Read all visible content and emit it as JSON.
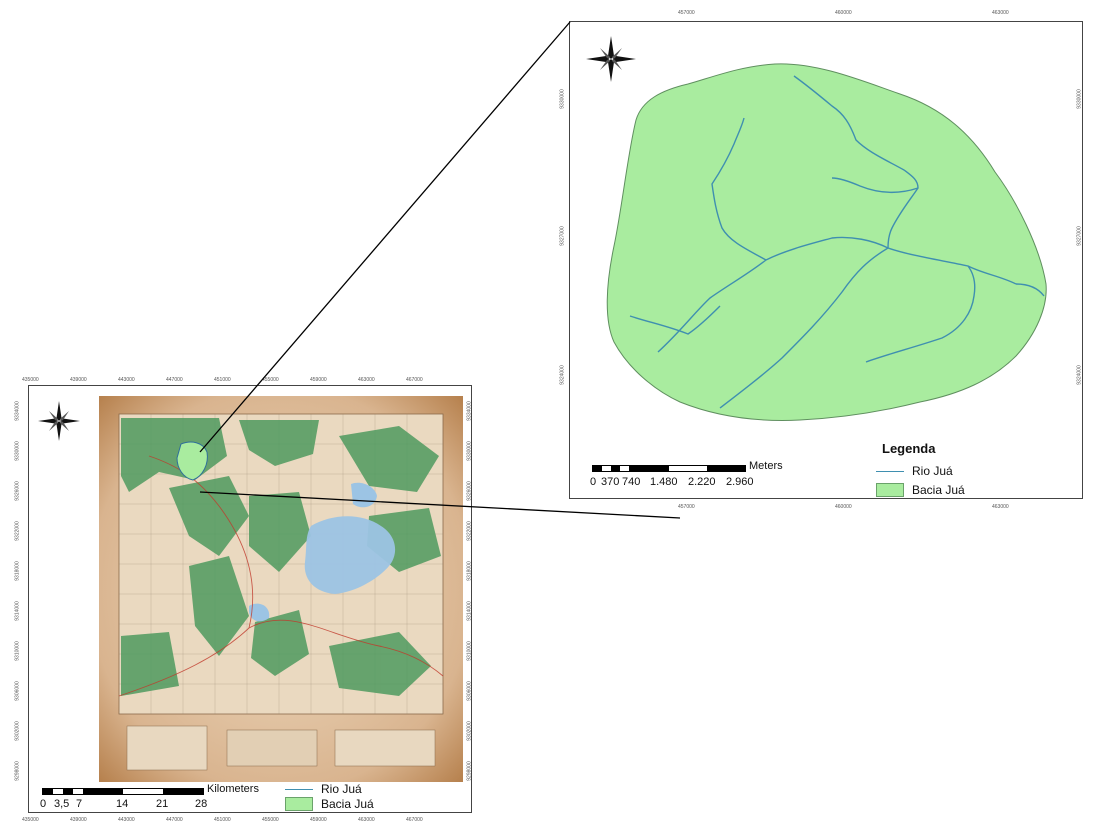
{
  "detail_map": {
    "legend": {
      "title": "Legenda",
      "items": [
        {
          "label": "Rio Juá",
          "kind": "line",
          "color": "#3f8fb0"
        },
        {
          "label": "Bacia Juá",
          "kind": "patch",
          "color": "#a9ec9f"
        }
      ]
    },
    "scalebar": {
      "unit": "Meters",
      "labels": [
        "0",
        "370",
        "740",
        "1.480",
        "2.220",
        "2.960"
      ]
    },
    "top_ticks": [
      "457000",
      "460000",
      "463000"
    ],
    "bottom_ticks": [
      "457000",
      "460000",
      "463000"
    ],
    "left_ticks": [
      "9330000",
      "9327000",
      "9324000"
    ],
    "right_ticks": [
      "9330000",
      "9327000",
      "9324000"
    ],
    "basin_fill_color": "#a9ec9f",
    "river_color": "#3f8fb0"
  },
  "overview_map": {
    "legend": {
      "items": [
        {
          "label": "Rio Juá",
          "kind": "line",
          "color": "#3f8fb0"
        },
        {
          "label": "Bacia Juá",
          "kind": "patch",
          "color": "#a9ec9f"
        }
      ]
    },
    "scalebar": {
      "unit": "Kilometers",
      "labels": [
        "0",
        "3,5",
        "7",
        "14",
        "21",
        "28"
      ]
    },
    "top_ticks": [
      "435000",
      "439000",
      "443000",
      "447000",
      "451000",
      "455000",
      "459000",
      "463000",
      "467000"
    ],
    "bottom_ticks": [
      "435000",
      "439000",
      "443000",
      "447000",
      "451000",
      "455000",
      "459000",
      "463000",
      "467000"
    ],
    "left_ticks": [
      "9334000",
      "9330000",
      "9326000",
      "9322000",
      "9318000",
      "9314000",
      "9310000",
      "9306000",
      "9302000",
      "9298000"
    ],
    "right_ticks": [
      "9334000",
      "9330000",
      "9326000",
      "9322000",
      "9318000",
      "9314000",
      "9310000",
      "9306000",
      "9302000",
      "9298000"
    ],
    "paper_color": "#d9b48f",
    "forest_color": "#4f9a5f",
    "water_color": "#9cc4e4"
  }
}
